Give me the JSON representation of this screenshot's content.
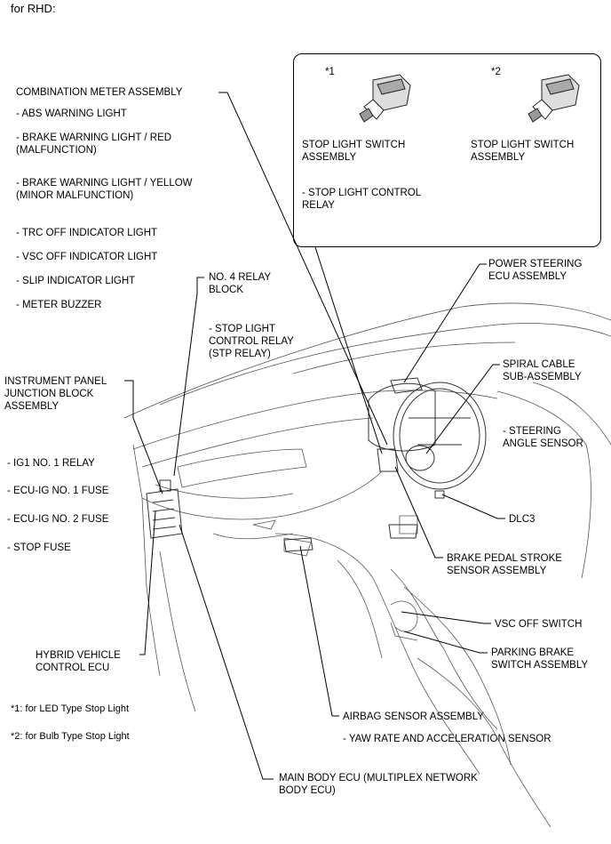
{
  "header": "for RHD:",
  "inset": {
    "star1": "*1",
    "star2": "*2",
    "switch1": "STOP LIGHT SWITCH\nASSEMBLY",
    "relay": "- STOP LIGHT CONTROL\nRELAY",
    "switch2": "STOP LIGHT SWITCH\nASSEMBLY"
  },
  "labels": {
    "combination_meter": "COMBINATION METER ASSEMBLY",
    "abs_warning": "- ABS WARNING LIGHT",
    "brake_warning_red": "- BRAKE WARNING LIGHT / RED\n(MALFUNCTION)",
    "brake_warning_yellow": "- BRAKE WARNING LIGHT / YELLOW\n(MINOR MALFUNCTION)",
    "trc_off": "- TRC OFF INDICATOR LIGHT",
    "vsc_off_indicator": "- VSC OFF INDICATOR LIGHT",
    "slip_indicator": "- SLIP INDICATOR LIGHT",
    "meter_buzzer": "- METER BUZZER",
    "no4_relay": "NO. 4 RELAY\nBLOCK",
    "stp_relay": "- STOP LIGHT\nCONTROL RELAY\n(STP RELAY)",
    "ip_junction": "INSTRUMENT PANEL\nJUNCTION BLOCK\nASSEMBLY",
    "ig1_relay": "- IG1 NO. 1 RELAY",
    "ecu_ig1": "- ECU-IG NO. 1 FUSE",
    "ecu_ig2": "- ECU-IG NO. 2 FUSE",
    "stop_fuse": "- STOP FUSE",
    "hv_ecu": "HYBRID VEHICLE\nCONTROL ECU",
    "note1": "*1: for LED Type Stop Light",
    "note2": "*2: for Bulb Type Stop Light",
    "main_body_ecu": "MAIN BODY ECU (MULTIPLEX NETWORK\nBODY ECU)",
    "power_steering": "POWER STEERING\nECU ASSEMBLY",
    "spiral_cable": "SPIRAL CABLE\nSUB-ASSEMBLY",
    "steering_angle": "- STEERING\nANGLE SENSOR",
    "dlc3": "DLC3",
    "brake_pedal_stroke": "BRAKE PEDAL STROKE\nSENSOR ASSEMBLY",
    "vsc_off_switch": "VSC OFF SWITCH",
    "parking_brake": "PARKING BRAKE\nSWITCH ASSEMBLY",
    "airbag_sensor": "AIRBAG SENSOR ASSEMBLY",
    "yaw_rate": "- YAW RATE AND ACCELERATION SENSOR"
  }
}
